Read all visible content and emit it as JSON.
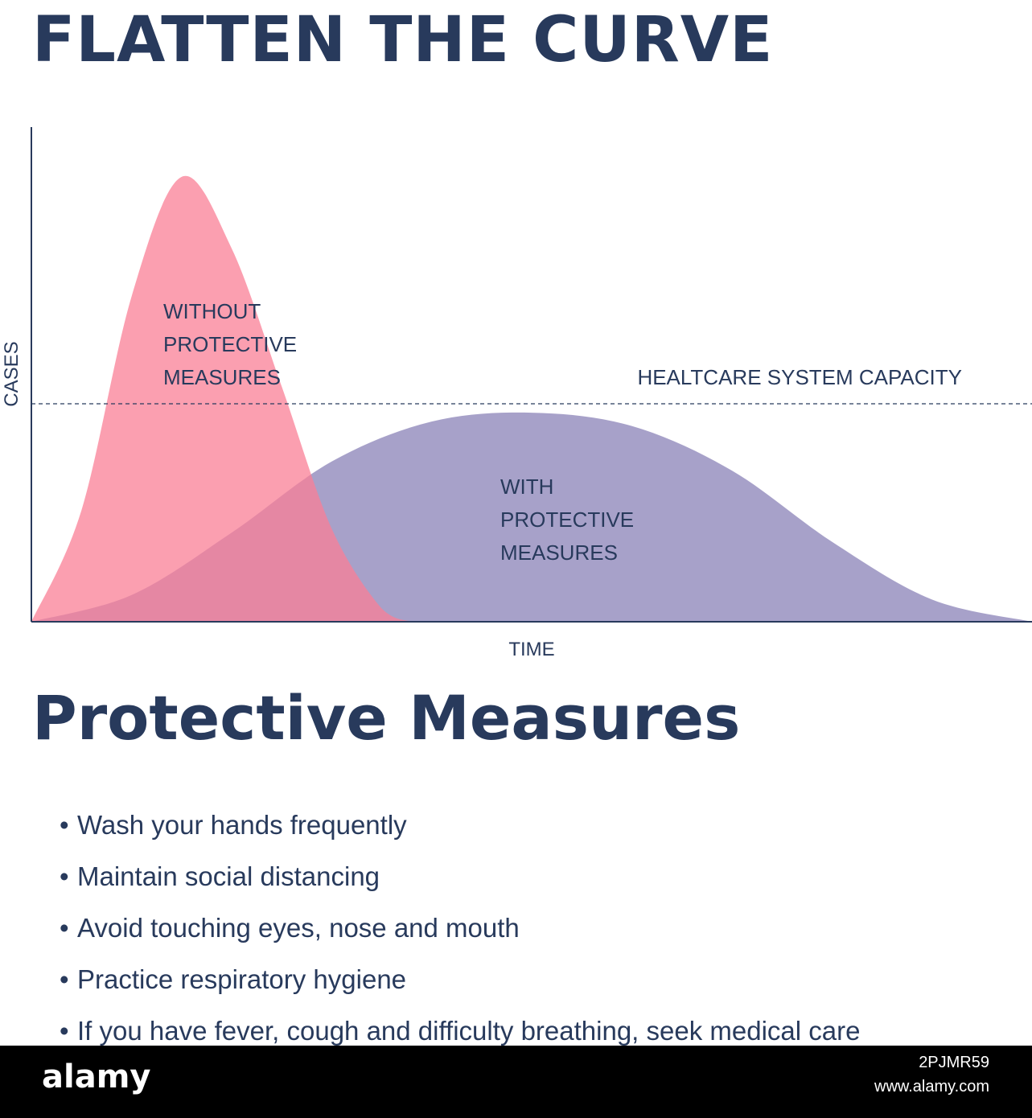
{
  "title": "FLATTEN THE CURVE",
  "chart_data": {
    "type": "area",
    "title": "FLATTEN THE CURVE",
    "xlabel": "TIME",
    "ylabel": "CASES",
    "reference_line": {
      "label": "HEALTCARE SYSTEM CAPACITY",
      "y": 0.49,
      "style": "dashed"
    },
    "x_range": [
      0,
      1
    ],
    "ylim": [
      0,
      1
    ],
    "grid": false,
    "series": [
      {
        "label": "WITHOUT PROTECTIVE MEASURES",
        "color": "#fa7f95",
        "opacity": 0.75,
        "x": [
          0.0,
          0.05,
          0.1,
          0.15,
          0.2,
          0.25,
          0.3,
          0.35,
          0.38
        ],
        "y": [
          0.0,
          0.25,
          0.73,
          1.0,
          0.84,
          0.53,
          0.21,
          0.03,
          0.0
        ]
      },
      {
        "label": "WITH PROTECTIVE MEASURES",
        "color": "#8982b7",
        "opacity": 0.75,
        "x": [
          0.0,
          0.1,
          0.2,
          0.3,
          0.4,
          0.5,
          0.6,
          0.7,
          0.8,
          0.9,
          1.0
        ],
        "y": [
          0.0,
          0.06,
          0.2,
          0.36,
          0.45,
          0.47,
          0.44,
          0.34,
          0.18,
          0.05,
          0.0
        ]
      }
    ]
  },
  "subtitle": "Protective Measures",
  "measures": [
    "Wash your hands frequently",
    "Maintain social distancing",
    "Avoid touching eyes, nose and mouth",
    "Practice respiratory hygiene",
    "If you have fever, cough and difficulty breathing, seek medical care"
  ],
  "bullet": "•",
  "footer": {
    "logo": "alamy",
    "image_id": "2PJMR59",
    "url": "www.alamy.com"
  },
  "colors": {
    "text": "#283a5c",
    "without": "#fa7f95",
    "with": "#8982b7",
    "footer_bg": "#000000"
  }
}
